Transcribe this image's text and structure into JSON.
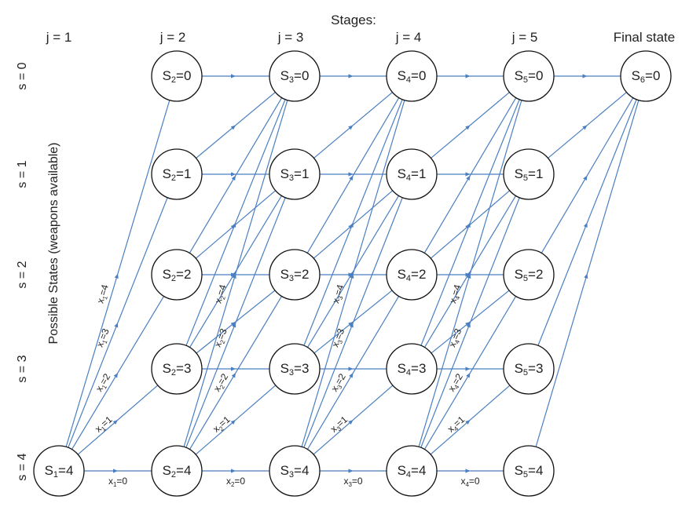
{
  "title": "Stages:",
  "stage_headers": [
    "j = 1",
    "j = 2",
    "j = 3",
    "j = 4",
    "j = 5",
    "Final state"
  ],
  "row_labels": [
    "s = 0",
    "s = 1",
    "s = 2",
    "s = 3",
    "s = 4"
  ],
  "y_axis_label": "Possible States (weapons available)",
  "nodes": [
    {
      "stage": 1,
      "state": 4
    },
    {
      "stage": 2,
      "state": 0
    },
    {
      "stage": 2,
      "state": 1
    },
    {
      "stage": 2,
      "state": 2
    },
    {
      "stage": 2,
      "state": 3
    },
    {
      "stage": 2,
      "state": 4
    },
    {
      "stage": 3,
      "state": 0
    },
    {
      "stage": 3,
      "state": 1
    },
    {
      "stage": 3,
      "state": 2
    },
    {
      "stage": 3,
      "state": 3
    },
    {
      "stage": 3,
      "state": 4
    },
    {
      "stage": 4,
      "state": 0
    },
    {
      "stage": 4,
      "state": 1
    },
    {
      "stage": 4,
      "state": 2
    },
    {
      "stage": 4,
      "state": 3
    },
    {
      "stage": 4,
      "state": 4
    },
    {
      "stage": 5,
      "state": 0
    },
    {
      "stage": 5,
      "state": 1
    },
    {
      "stage": 5,
      "state": 2
    },
    {
      "stage": 5,
      "state": 3
    },
    {
      "stage": 5,
      "state": 4
    },
    {
      "stage": 6,
      "state": 0
    }
  ],
  "edge_labels": [
    {
      "var": 1,
      "value": 0
    },
    {
      "var": 1,
      "value": 1
    },
    {
      "var": 1,
      "value": 2
    },
    {
      "var": 1,
      "value": 3
    },
    {
      "var": 1,
      "value": 4
    },
    {
      "var": 2,
      "value": 0
    },
    {
      "var": 2,
      "value": 1
    },
    {
      "var": 2,
      "value": 2
    },
    {
      "var": 2,
      "value": 3
    },
    {
      "var": 2,
      "value": 4
    },
    {
      "var": 3,
      "value": 0
    },
    {
      "var": 3,
      "value": 1
    },
    {
      "var": 3,
      "value": 2
    },
    {
      "var": 3,
      "value": 3
    },
    {
      "var": 3,
      "value": 4
    },
    {
      "var": 4,
      "value": 0
    },
    {
      "var": 4,
      "value": 1
    },
    {
      "var": 4,
      "value": 2
    },
    {
      "var": 4,
      "value": 3
    },
    {
      "var": 4,
      "value": 4
    }
  ],
  "colors": {
    "edge": "#4a7fc1",
    "node_stroke": "#111111",
    "text": "#222222"
  }
}
